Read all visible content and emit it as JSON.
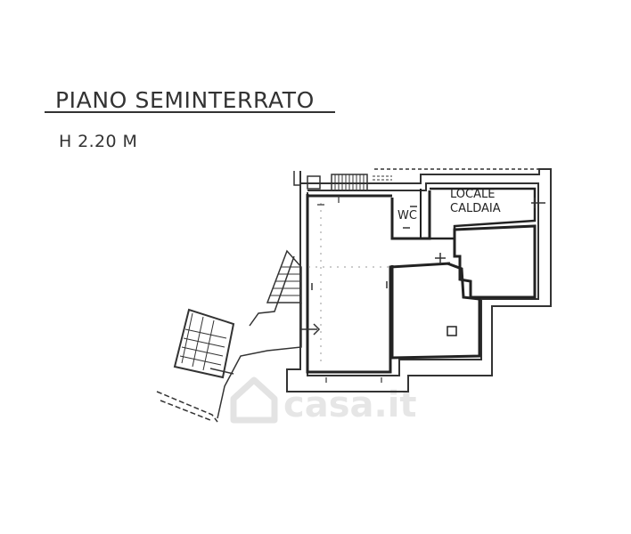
{
  "header": {
    "title": "PIANO SEMINTERRATO",
    "height": "H 2.20 M"
  },
  "rooms": {
    "wc": "WC",
    "boiler_room_line1": "LOCALE",
    "boiler_room_line2": "CALDAIA"
  },
  "watermark": {
    "text": "casa.it"
  },
  "colors": {
    "line": "#222222",
    "wall": "#333333",
    "watermark": "#e6e6e6"
  }
}
